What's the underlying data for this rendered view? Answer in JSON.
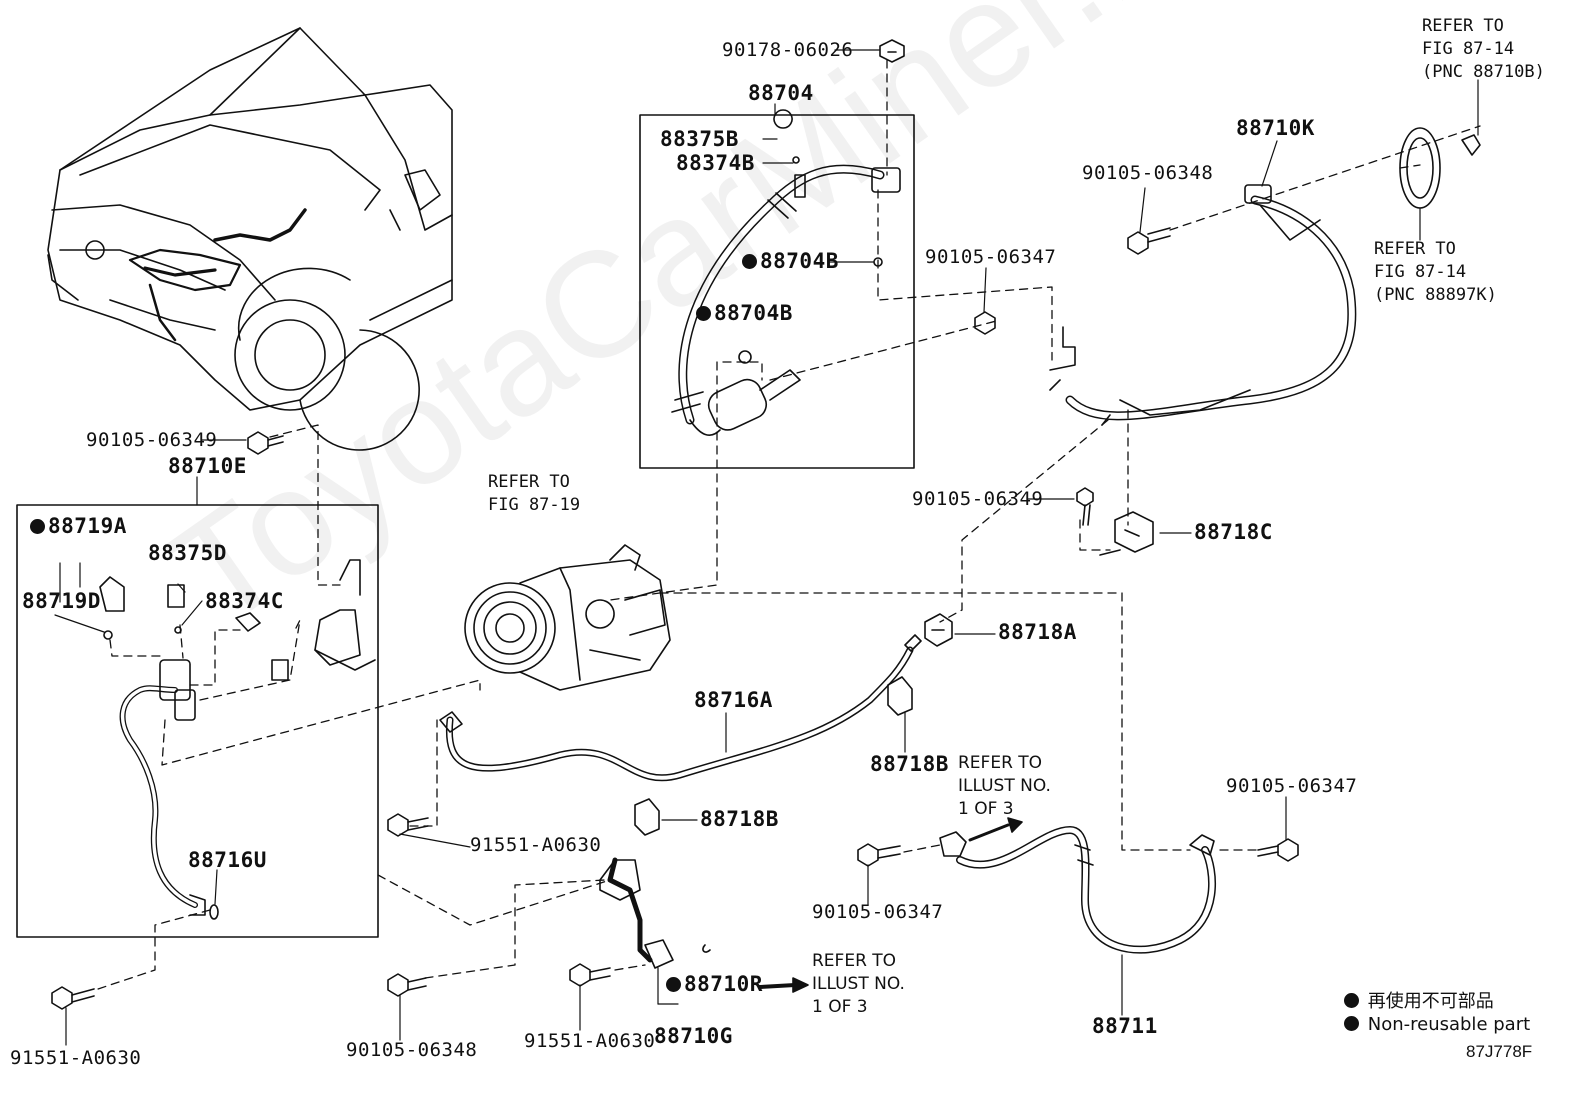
{
  "watermark": "ToyotaCarMiner.ru",
  "figure_code": "87J778F",
  "legend": {
    "jp": "再使用不可部品",
    "en": "Non-reusable part"
  },
  "refs": {
    "top_right_1": [
      "REFER TO",
      "FIG 87-14",
      "(PNC 88710B)"
    ],
    "top_right_2": [
      "REFER TO",
      "FIG 87-14",
      "(PNC 88897K)"
    ],
    "compressor": [
      "REFER TO",
      "FIG 87-19"
    ],
    "illust_right": [
      "REFER TO",
      "ILLUST NO.",
      "1 OF 3"
    ],
    "illust_bottom": [
      "REFER TO",
      "ILLUST NO.",
      "1 OF 3"
    ]
  },
  "parts": {
    "p90178_06026": "90178-06026",
    "p88704": "88704",
    "p88375B": "88375B",
    "p88374B": "88374B",
    "p88704B_1": "88704B",
    "p88704B_2": "88704B",
    "p88710K": "88710K",
    "p90105_06348_top": "90105-06348",
    "p90105_06347_top": "90105-06347",
    "p90105_06349_left": "90105-06349",
    "p88710E": "88710E",
    "p88719A": "88719A",
    "p88375D": "88375D",
    "p88719D": "88719D",
    "p88374C": "88374C",
    "p90105_06349_mid": "90105-06349",
    "p88718C": "88718C",
    "p88718A": "88718A",
    "p88716A": "88716A",
    "p88718B_1": "88718B",
    "p88718B_2": "88718B",
    "p91551_A0630_mid": "91551-A0630",
    "p88716U": "88716U",
    "p90105_06347_right": "90105-06347",
    "p90105_06347_bottom": "90105-06347",
    "p91551_A0630_left": "91551-A0630",
    "p90105_06348_bottom": "90105-06348",
    "p91551_A0630_bottom": "91551-A0630",
    "p88710R": "88710R",
    "p88710G": "88710G",
    "p88711": "88711"
  }
}
